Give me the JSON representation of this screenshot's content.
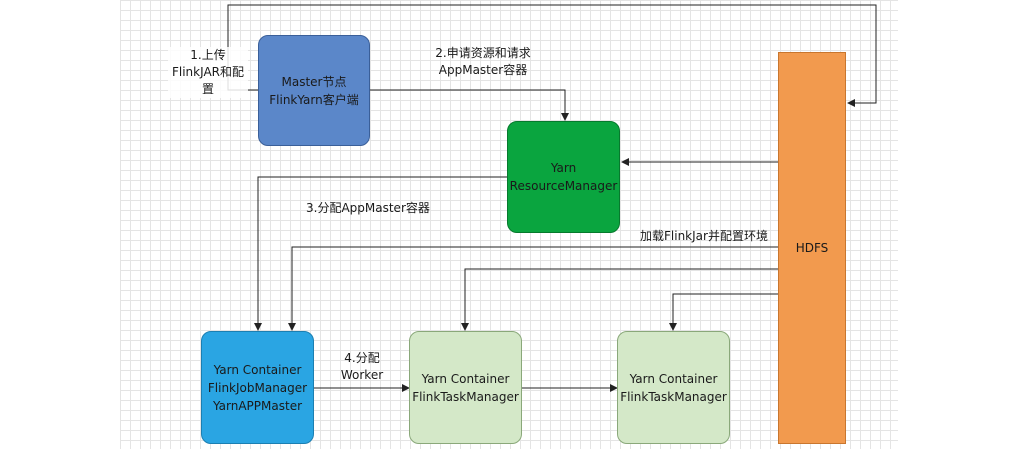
{
  "colors": {
    "master": "#5b87c9",
    "resource_manager": "#0aa53f",
    "job_manager": "#2aa5e3",
    "task_manager": "#d4e8c8",
    "hdfs": "#f29a4e",
    "stroke": "#222222"
  },
  "nodes": {
    "master": {
      "line1": "Master节点",
      "line2": "FlinkYarn客户端"
    },
    "resource_manager": {
      "line1": "Yarn",
      "line2": "ResourceManager"
    },
    "hdfs": {
      "line1": "HDFS"
    },
    "job_manager": {
      "line1": "Yarn Container",
      "line2": "FlinkJobManager",
      "line3": "YarnAPPMaster"
    },
    "task_manager_1": {
      "line1": "Yarn Container",
      "line2": "FlinkTaskManager"
    },
    "task_manager_2": {
      "line1": "Yarn Container",
      "line2": "FlinkTaskManager"
    }
  },
  "edges": {
    "upload": {
      "line1": "1.上传",
      "line2": "FlinkJAR和配",
      "line3": "置"
    },
    "request": {
      "line1": "2.申请资源和请求",
      "line2": "AppMaster容器"
    },
    "allocate_am": "3.分配AppMaster容器",
    "load_jar": "加载FlinkJar并配置环境",
    "allocate_worker": {
      "line1": "4.分配",
      "line2": "Worker"
    }
  }
}
